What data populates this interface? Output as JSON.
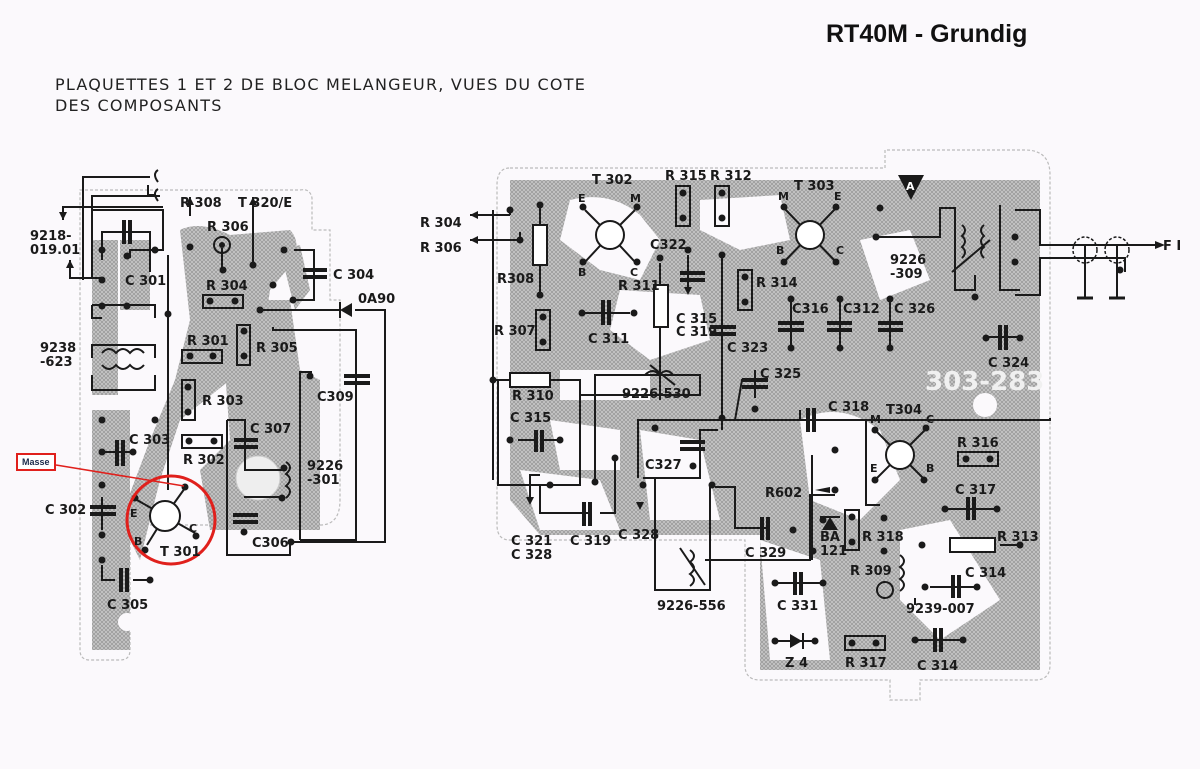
{
  "header": {
    "title": "RT40M - Grundig",
    "caption_line1": "PLAQUETTES 1 ET 2  DE  BLOC  MELANGEUR, VUES DU COTE",
    "caption_line2": "DES  COMPOSANTS"
  },
  "annotation": {
    "label": "Masse",
    "color": "#e0201c",
    "target": "T 301"
  },
  "board1": {
    "labels": {
      "coil_9218": "9218-",
      "coil_9218b": "019.01",
      "r308": "R 308",
      "t320e": "T 320/E",
      "r306": "R 306",
      "c301": "C 301",
      "c304": "C 304",
      "r304": "R 304",
      "oa90": "0A90",
      "coil_9238": "9238",
      "coil_9238b": "-623",
      "r301": "R 301",
      "r305": "R 305",
      "r303": "R 303",
      "c309": "C309",
      "c307": "C 307",
      "c303": "C 303",
      "r302": "R 302",
      "coil_9226_301": "9226",
      "coil_9226_301b": "-301",
      "c302": "C 302",
      "c306": "C306",
      "c305": "C 305",
      "t301": "T 301",
      "t301_e": "E",
      "t301_b": "B",
      "t301_c": "C"
    }
  },
  "board2": {
    "labels": {
      "r304_out": "R 304",
      "r306_out": "R 306",
      "t302": "T 302",
      "t302_e": "E",
      "t302_m": "M",
      "t302_b": "B",
      "t302_c": "C",
      "r315": "R 315",
      "r312": "R 312",
      "t303": "T 303",
      "t303_m": "M",
      "t303_e": "E",
      "t303_b": "B",
      "t303_c": "C",
      "point_a": "A",
      "r308": "R308",
      "c322": "C322",
      "r311": "R 311",
      "c315_319_a": "C 315",
      "c315_319_b": "C 319",
      "r314": "R 314",
      "c316": "C316",
      "c312": "C312",
      "c326": "C 326",
      "coil_9226_309": "9226",
      "coil_9226_309b": "-309",
      "fi": "F I",
      "r307": "R 307",
      "c311": "C 311",
      "c323": "C 323",
      "c324": "C 324",
      "r310": "R 310",
      "coil_9226_530": "9226-530",
      "c325": "C 325",
      "board_no": "303-283",
      "c315": "C 315",
      "c318": "C 318",
      "t304": "T304",
      "t304_m": "M",
      "t304_c": "C",
      "t304_e": "E",
      "t304_b": "B",
      "r316": "R 316",
      "c327": "C327",
      "r602": "R602",
      "c317": "C 317",
      "c321": "C 321",
      "c328a": "C 328",
      "c319": "C 319",
      "c328": "C 328",
      "c329": "C 329",
      "ba121a": "BA",
      "ba121b": "121",
      "r318": "R 318",
      "r313": "R 313",
      "r309": "R 309",
      "c314a": "C 314",
      "coil_9226_556": "9226-556",
      "c331": "C 331",
      "coil_9239": "9239-007",
      "z4": "Z 4",
      "r317": "R 317",
      "c314b": "C 314"
    }
  }
}
